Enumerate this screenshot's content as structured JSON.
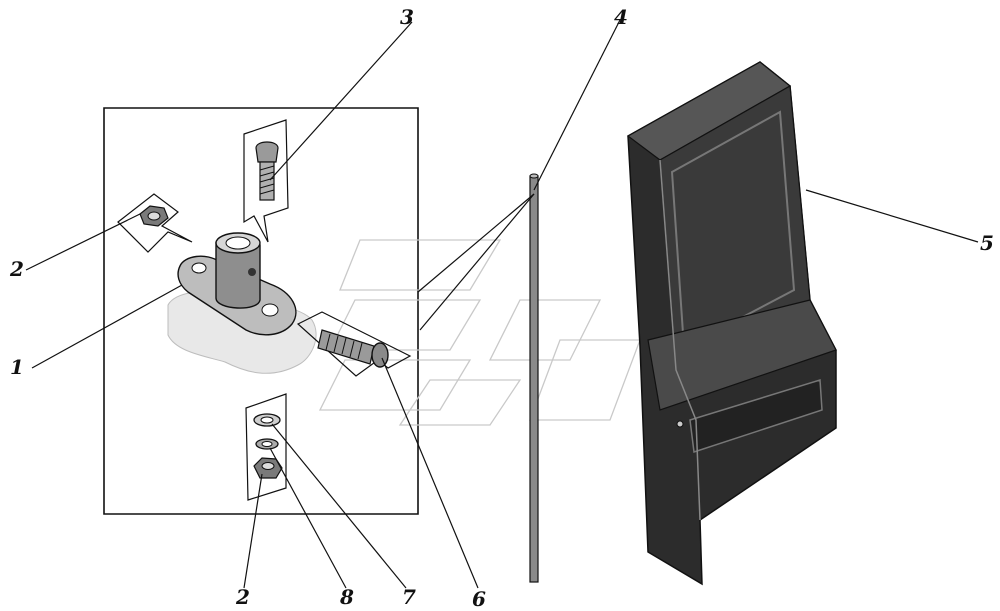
{
  "diagram": {
    "callouts": [
      {
        "id": "c1",
        "label": "1"
      },
      {
        "id": "c2a",
        "label": "2"
      },
      {
        "id": "c2b",
        "label": "2"
      },
      {
        "id": "c3",
        "label": "3"
      },
      {
        "id": "c4",
        "label": "4"
      },
      {
        "id": "c5",
        "label": "5"
      },
      {
        "id": "c6",
        "label": "6"
      },
      {
        "id": "c7",
        "label": "7"
      },
      {
        "id": "c8",
        "label": "8"
      }
    ]
  },
  "colors": {
    "ink": "#111111",
    "panel_dark": "#2c2c2c",
    "panel_mid": "#565656",
    "metal": "#9a9a9a",
    "pad": "#e8e8e8"
  }
}
